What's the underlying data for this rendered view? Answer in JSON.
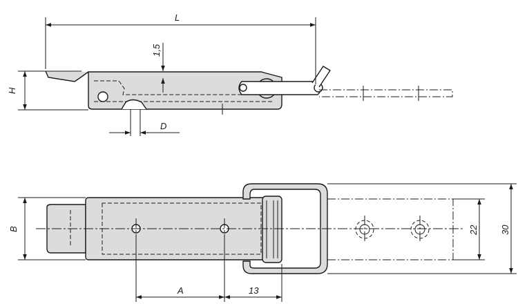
{
  "dimensions": {
    "L": "L",
    "H": "H",
    "D": "D",
    "thickness": "1,5",
    "B": "B",
    "A": "A",
    "offset": "13",
    "width_22": "22",
    "width_30": "30"
  },
  "colors": {
    "line": "#1a1a1a",
    "part_fill": "#dcdcdc",
    "background": "#ffffff"
  }
}
